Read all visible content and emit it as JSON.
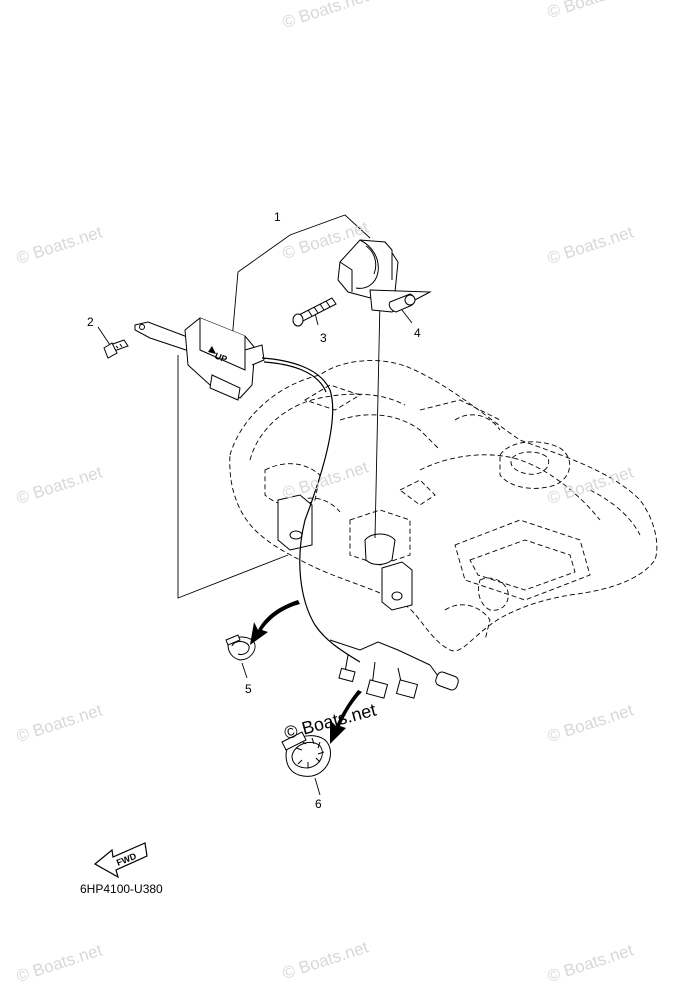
{
  "watermark_text": "© Boats.net",
  "overlay_stamp": "© Boats.net",
  "diagram_code": "6HP4100-U380",
  "fwd_label": "FWD",
  "up_label": "UP",
  "callouts": [
    {
      "id": "1",
      "label": "1"
    },
    {
      "id": "2",
      "label": "2"
    },
    {
      "id": "3",
      "label": "3"
    },
    {
      "id": "4",
      "label": "4"
    },
    {
      "id": "5",
      "label": "5"
    },
    {
      "id": "6",
      "label": "6"
    }
  ]
}
